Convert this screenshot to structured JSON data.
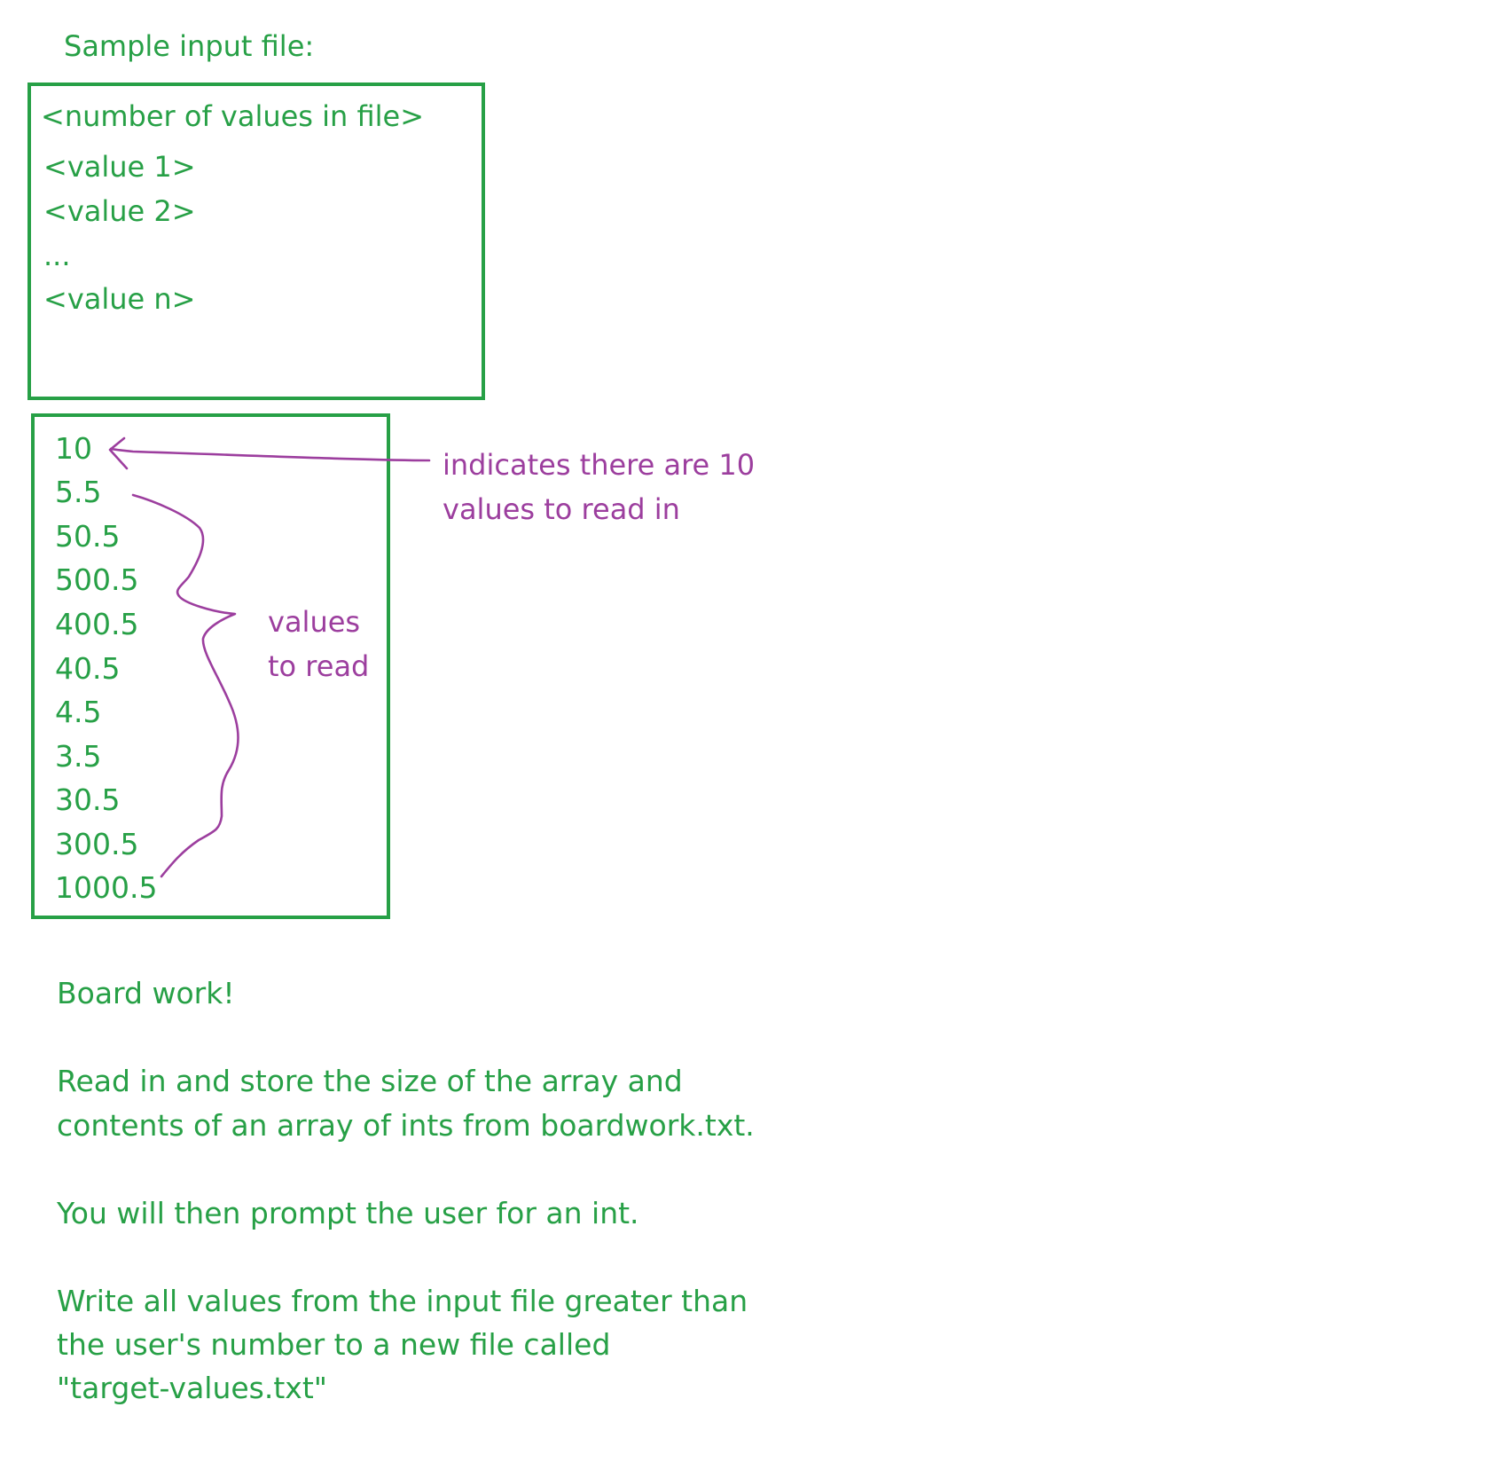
{
  "sample": {
    "heading": "Sample input file:",
    "template_lines": [
      "<number of values in file>",
      "<value 1>",
      "<value 2>",
      "...",
      "<value n>"
    ]
  },
  "example": {
    "values": [
      "10",
      "5.5",
      "50.5",
      "500.5",
      "400.5",
      "40.5",
      "4.5",
      "3.5",
      "30.5",
      "300.5",
      "1000.5"
    ]
  },
  "annotations": {
    "count_note_line1": "indicates there are 10",
    "count_note_line2": "values to read in",
    "values_note_line1": "values",
    "values_note_line2": "to read",
    "colors": {
      "text": "#27a046",
      "annotation": "#9c3e9e"
    }
  },
  "task": {
    "title": "Board work!",
    "para1_line1": "Read in and store the size of the array and",
    "para1_line2": "contents of an array of ints from boardwork.txt.",
    "para2": "You will then prompt the user for an int.",
    "para3_line1": "Write all values from the input file greater than",
    "para3_line2": "the user's number to a new file called",
    "para3_line3": "\"target-values.txt\""
  }
}
